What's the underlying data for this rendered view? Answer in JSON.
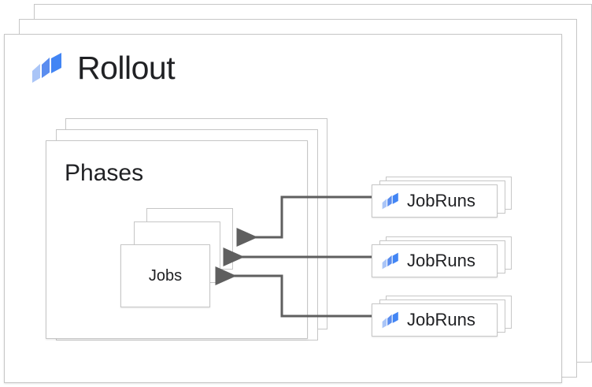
{
  "diagram": {
    "title": "Rollout",
    "logo_icon": "rollout-logo-icon",
    "colors": {
      "logo_light": "#aac5f7",
      "logo_mid": "#5b8def",
      "logo_dark": "#4285f4",
      "frame_border": "#c6c6c6",
      "connector": "#5f5f5f",
      "text": "#202124",
      "background": "#ffffff"
    }
  },
  "rollout": {
    "title": "Rollout",
    "stack_count": 3
  },
  "phases": {
    "title": "Phases",
    "stack_count": 3
  },
  "jobs": {
    "label": "Jobs",
    "stack_count": 3
  },
  "jobruns": [
    {
      "label": "JobRuns",
      "icon": "rollout-logo-icon",
      "stack_count": 3
    },
    {
      "label": "JobRuns",
      "icon": "rollout-logo-icon",
      "stack_count": 3
    },
    {
      "label": "JobRuns",
      "icon": "rollout-logo-icon",
      "stack_count": 3
    }
  ],
  "connectors": [
    {
      "from": "jobrun-1",
      "to": "jobs-layer-3",
      "style": "elbow"
    },
    {
      "from": "jobrun-2",
      "to": "jobs-layer-2",
      "style": "straight"
    },
    {
      "from": "jobrun-3",
      "to": "jobs-layer-1",
      "style": "elbow"
    }
  ]
}
